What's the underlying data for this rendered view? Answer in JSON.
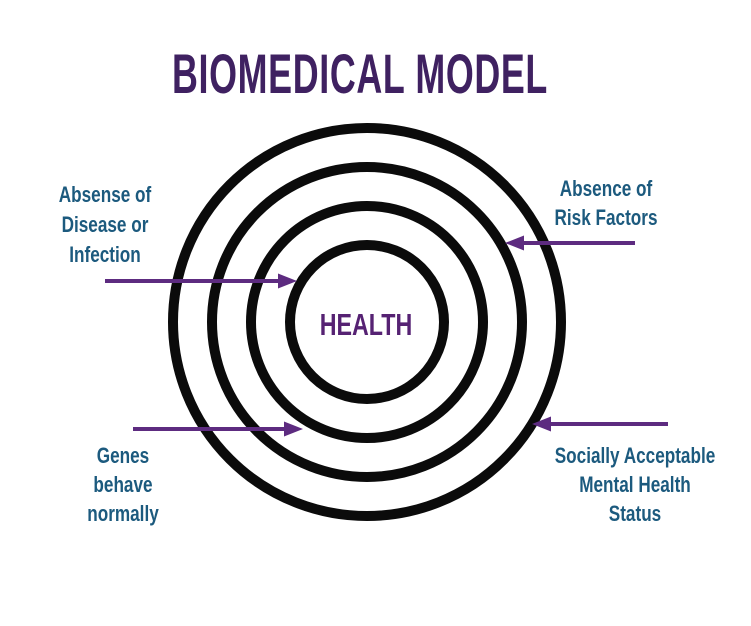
{
  "title": "BIOMEDICAL MODEL",
  "center_label": "HEALTH",
  "colors": {
    "title": "#3f2161",
    "center_label": "#562273",
    "label_text": "#1c5a7e",
    "arrow": "#5d2b80",
    "ring": "#0b0b0b",
    "background": "#ffffff"
  },
  "rings": {
    "count": 4
  },
  "labels": {
    "top_left": {
      "lines": [
        "Absense of",
        "Disease or",
        "Infection"
      ],
      "arrow_direction": "right"
    },
    "top_right": {
      "lines": [
        "Absence of",
        "Risk Factors"
      ],
      "arrow_direction": "left"
    },
    "bottom_left": {
      "lines": [
        "Genes",
        "behave",
        "normally"
      ],
      "arrow_direction": "right"
    },
    "bottom_right": {
      "lines": [
        "Socially Acceptable",
        "Mental Health",
        "Status"
      ],
      "arrow_direction": "left"
    }
  }
}
